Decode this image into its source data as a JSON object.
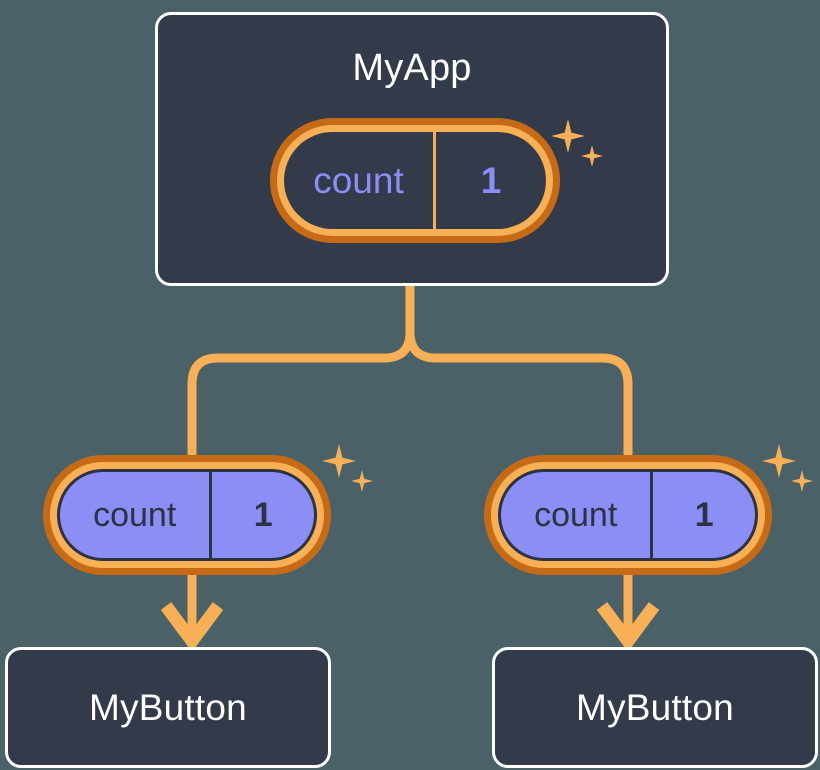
{
  "diagram": {
    "background_color": "#4a6168",
    "accent_orange": "#f7b055",
    "accent_orange_dark": "#c76a16",
    "node_fill": "#333a49",
    "state_fill": "#8b8ef5",
    "state_text_dark": "#2b3241",
    "node_border": "#ffffff",
    "title": "MyApp"
  },
  "root": {
    "label": "MyApp",
    "state": {
      "key": "count",
      "value": "1",
      "style": "dark"
    },
    "sparkle": {
      "name": "sparkle-icon"
    }
  },
  "branches": [
    {
      "state": {
        "key": "count",
        "value": "1",
        "style": "filled"
      },
      "child": {
        "label": "MyButton"
      },
      "sparkle": {
        "name": "sparkle-icon"
      }
    },
    {
      "state": {
        "key": "count",
        "value": "1",
        "style": "filled"
      },
      "child": {
        "label": "MyButton"
      },
      "sparkle": {
        "name": "sparkle-icon"
      }
    }
  ]
}
